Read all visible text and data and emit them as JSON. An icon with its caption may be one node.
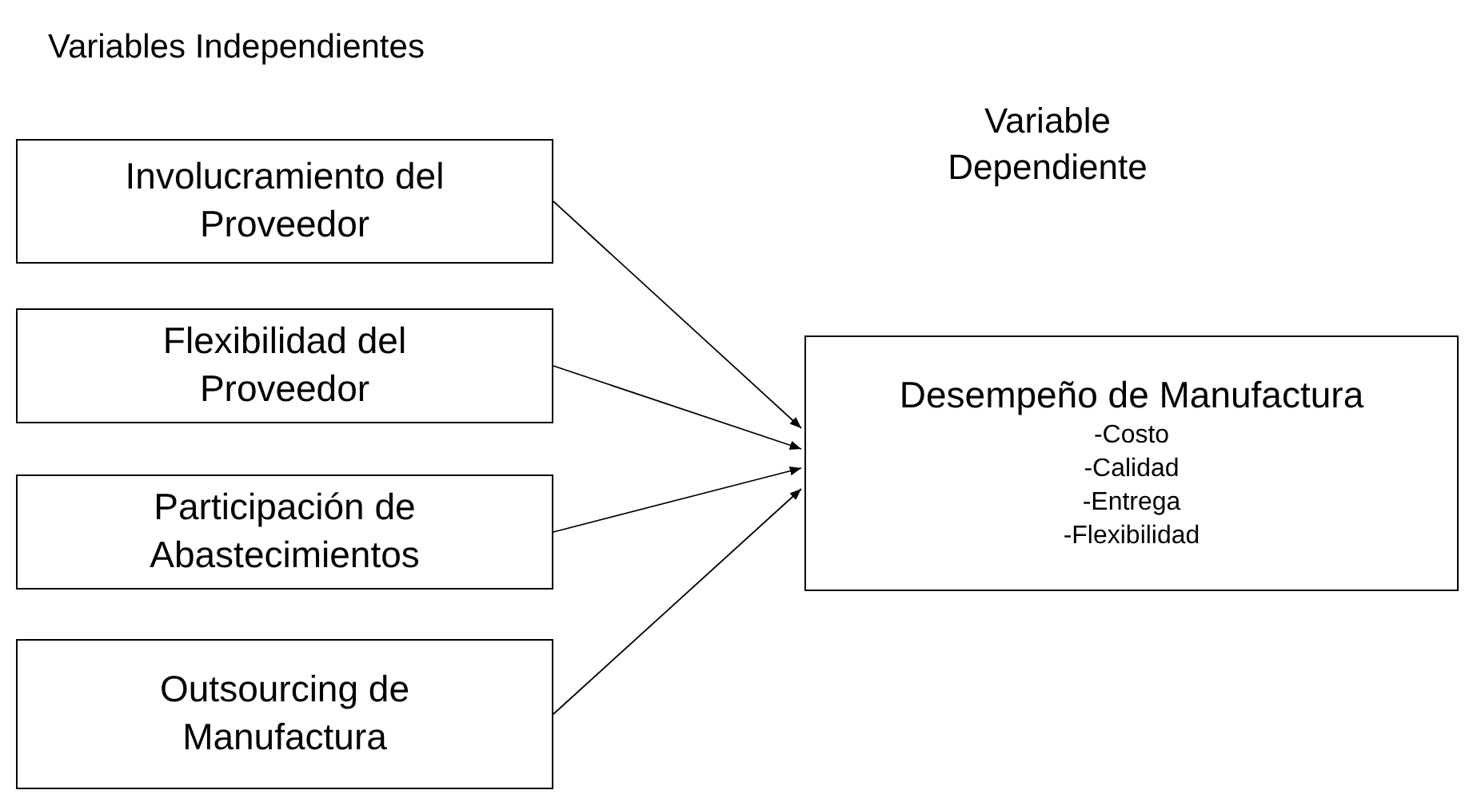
{
  "diagram": {
    "title": "Variables Independientes",
    "nodes": [
      {
        "text": [
          "Involucramiento del Proveedor"
        ]
      },
      {
        "text": [
          "Flexibilidad del Proveedor"
        ]
      },
      {
        "text": [
          "Participación de Abastecimientos"
        ]
      },
      {
        "text": [
          "Outsourcing de Manufactura"
        ]
      },
      {
        "text": [
          "Desempeño de Manufactura",
          "-Costo",
          "-Calidad",
          "-Entrega",
          "-Flexibilidad"
        ]
      }
    ],
    "edges": [
      {
        "from": 0,
        "to": 4,
        "arrow": "to"
      },
      {
        "from": 1,
        "to": 4,
        "arrow": "to"
      },
      {
        "from": 2,
        "to": 4,
        "arrow": "to"
      },
      {
        "from": 3,
        "to": 4,
        "arrow": "to"
      }
    ],
    "labels": [
      "Variable Dependiente"
    ]
  }
}
